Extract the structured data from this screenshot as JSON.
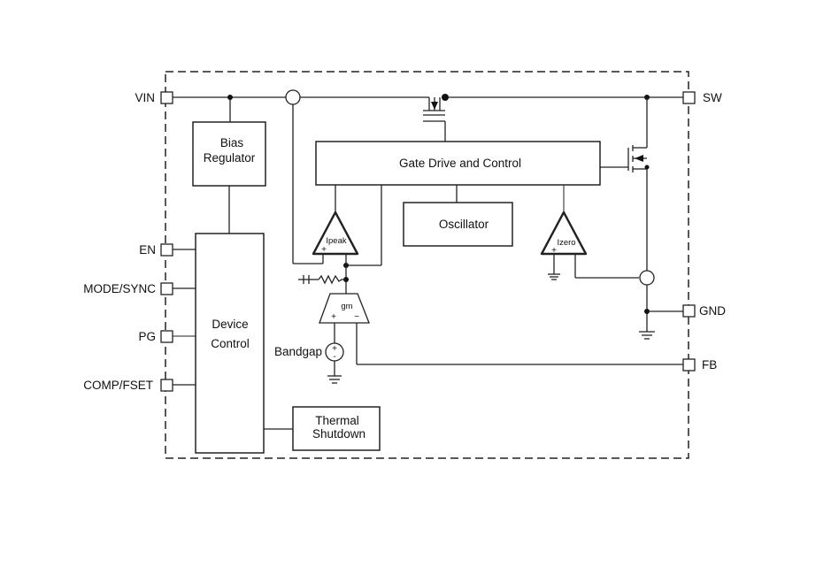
{
  "pins": {
    "vin": "VIN",
    "sw": "SW",
    "en": "EN",
    "mode_sync": "MODE/SYNC",
    "pg": "PG",
    "comp_fset": "COMP/FSET",
    "gnd": "GND",
    "fb": "FB"
  },
  "blocks": {
    "bias_regulator_line1": "Bias",
    "bias_regulator_line2": "Regulator",
    "gate_drive": "Gate Drive and Control",
    "oscillator": "Oscillator",
    "device_control_line1": "Device",
    "device_control_line2": "Control",
    "thermal_shutdown_line1": "Thermal",
    "thermal_shutdown_line2": "Shutdown"
  },
  "comparators": {
    "ipeak": "Ipeak",
    "izero": "Izero",
    "gm": "gm",
    "plus": "+",
    "minus": "−"
  },
  "sources": {
    "bandgap": "Bandgap"
  },
  "colors": {
    "line": "#222222",
    "background": "#ffffff"
  }
}
